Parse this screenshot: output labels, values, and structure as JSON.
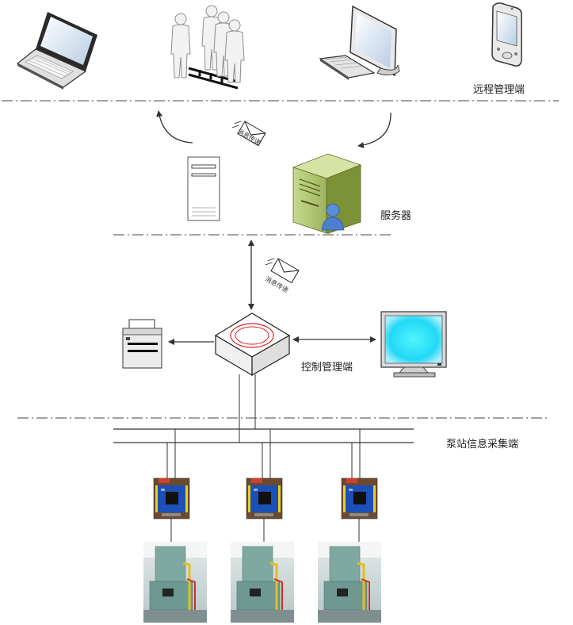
{
  "tiers": {
    "remote": "远程管理端",
    "server": "服务器",
    "control": "控制管理端",
    "pump": "泵站信息采集端"
  },
  "messages": {
    "top": "消息传递",
    "middle": "消息传递"
  }
}
